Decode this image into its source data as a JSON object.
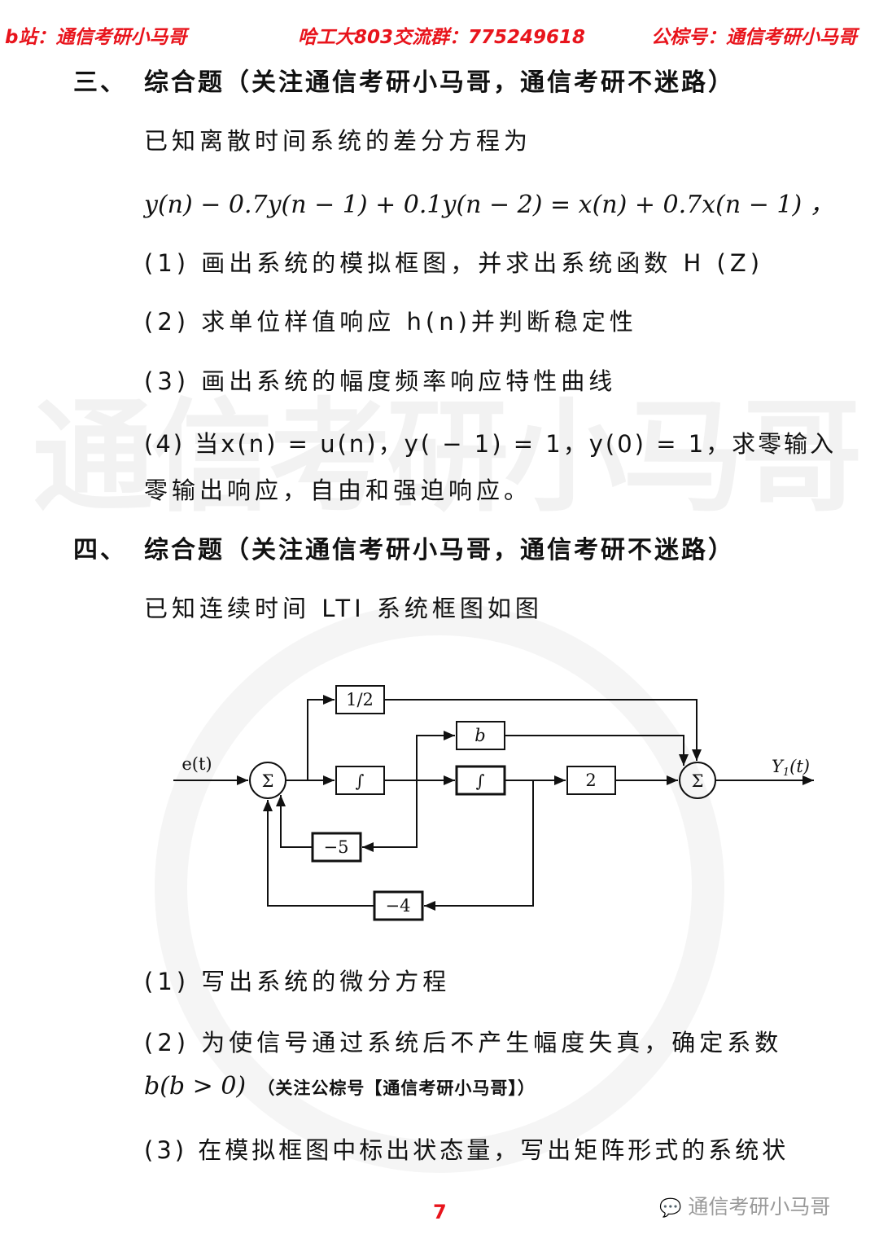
{
  "header": {
    "left": "b站：通信考研小马哥",
    "center": "哈工大803交流群：775249618",
    "right": "公棕号：通信考研小马哥",
    "color": "#e8141c"
  },
  "watermark": {
    "text": "通信考研小马哥"
  },
  "section3": {
    "number": "三、",
    "title": "综合题（关注通信考研小马哥，通信考研不迷路）",
    "intro": "已知离散时间系统的差分方程为",
    "equation": "y(n) − 0.7y(n − 1) + 0.1y(n − 2) = x(n) + 0.7x(n − 1)  ，",
    "q1": "(1) 画出系统的模拟框图，并求出系统函数 H (Z)",
    "q2": "(2) 求单位样值响应  h(n)并判断稳定性",
    "q3": "(3) 画出系统的幅度频率响应特性曲线",
    "q4": "(4) 当x(n) = u(n)，y( − 1) = 1，y(0) = 1，求零输入",
    "q4_cont": "零输出响应，自由和强迫响应。"
  },
  "section4": {
    "number": "四、",
    "title": "综合题（关注通信考研小马哥，通信考研不迷路）",
    "intro": "已知连续时间 LTI 系统框图如图",
    "diagram": {
      "input": "e(t)",
      "output_main": "Y",
      "output_sub": "1",
      "output_tail": "(t)",
      "sum": "Σ",
      "gain_half": "1/2",
      "gain_b": "b",
      "integrator": "∫",
      "gain_2": "2",
      "gain_m5": "−5",
      "gain_m4": "−4"
    },
    "q1": "(1) 写出系统的微分方程",
    "q2": "(2) 为使信号通过系统后不产生幅度失真，确定系数",
    "q2_cont_math": "b(b > 0)",
    "q2_cont_note": "（关注公棕号【通信考研小马哥】）",
    "q3": "(3) 在模拟框图中标出状态量，写出矩阵形式的系统状"
  },
  "footer": {
    "page_number": "7",
    "wechat_label": "通信考研小马哥",
    "wechat_icon": "wechat-icon"
  }
}
